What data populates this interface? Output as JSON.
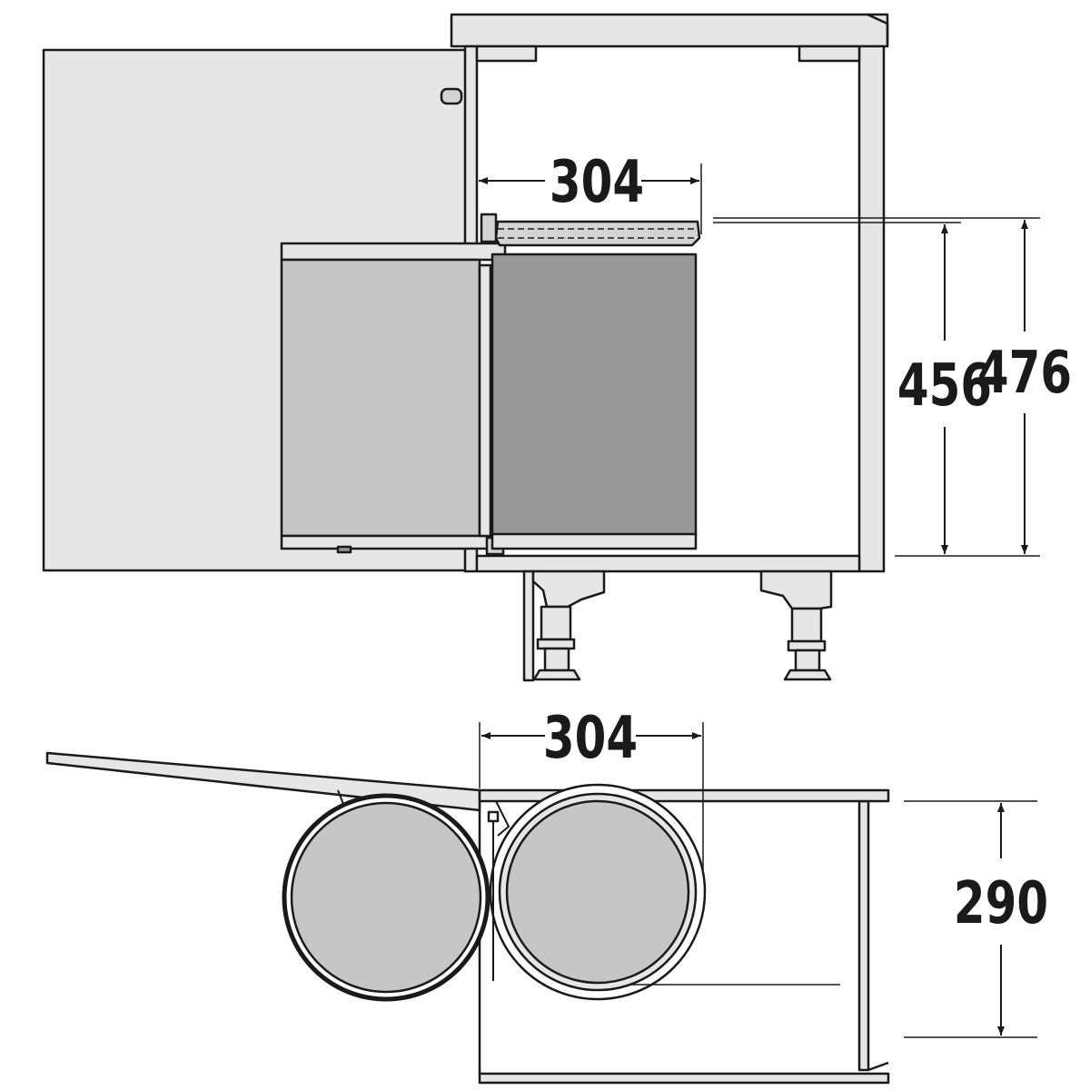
{
  "dimensions": {
    "side_width": "304",
    "inner_height": "456",
    "outer_height": "476",
    "plan_width": "304",
    "plan_depth": "290"
  },
  "colors": {
    "outline": "#1a1a1a",
    "panel": "#e6e6e6",
    "bin_light": "#c6c6c6",
    "bin_dark": "#999999"
  }
}
